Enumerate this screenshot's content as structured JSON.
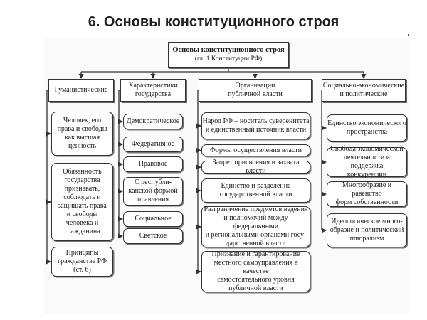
{
  "page_title": "6. Основы конституционного строя",
  "root": {
    "line1": "Основы конституционного строя",
    "line2": "(гл. 1 Конституции РФ)"
  },
  "columns": [
    {
      "heading": [
        "Гуманистические"
      ],
      "items": [
        [
          "Человек, его",
          "права и свободы",
          "как высшая",
          "ценность"
        ],
        [
          "Обязанность",
          "государства",
          "признавать,",
          "соблюдать и",
          "защищать права",
          "и свободы",
          "человека и",
          "гражданина"
        ],
        [
          "Принципы",
          "гражданства РФ",
          "(ст. 6)"
        ]
      ]
    },
    {
      "heading": [
        "Характеристики",
        "государства"
      ],
      "items": [
        [
          "Демократическое"
        ],
        [
          "Федеративное"
        ],
        [
          "Правовое"
        ],
        [
          "С республи-",
          "канской формой",
          "правления"
        ],
        [
          "Социальное"
        ],
        [
          "Светское"
        ]
      ]
    },
    {
      "heading": [
        "Организации",
        "публичной власти"
      ],
      "items": [
        [
          "Народ РФ – носитель суверенитета",
          "и единственный источник власти"
        ],
        [
          "Формы осуществления власти"
        ],
        [
          "Запрет присвоения и захвата власти"
        ],
        [
          "Единство и разделение",
          "государственной власти"
        ],
        [
          "Разграничение предметов ведения",
          "и полномочий между федеральными",
          "и региональными органами госу-",
          "дарственной власти"
        ],
        [
          "Признание и гарантирование",
          "местного самоуправления в качестве",
          "самостоятельного уровня",
          "публичной власти"
        ]
      ]
    },
    {
      "heading": [
        "Социально-экономические",
        "и политические"
      ],
      "items": [
        [
          "Единство экономического",
          "пространства"
        ],
        [
          "Свобода экономической",
          "деятельности и поддержка",
          "конкуренции"
        ],
        [
          "Многообразие и равенство",
          "форм собственности"
        ],
        [
          "Идеологическое много-",
          "образие и политический",
          "плюрализм"
        ]
      ]
    }
  ]
}
